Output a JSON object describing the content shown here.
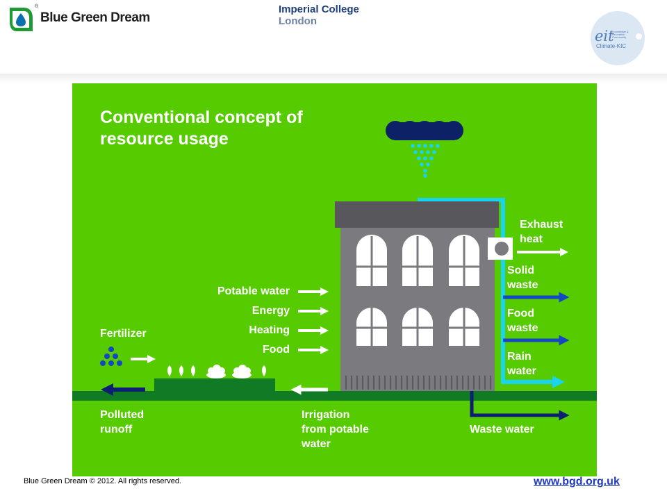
{
  "header": {
    "brand_name": "Blue Green Dream",
    "partner_line1": "Imperial College",
    "partner_line2": "London",
    "eit_logo_text": "eit",
    "eit_tiny_text": "Knowledge & Innovation Community",
    "eit_subtitle": "Climate-KIC"
  },
  "diagram": {
    "title": "Conventional concept of resource usage",
    "inputs": [
      "Potable water",
      "Energy",
      "Heating",
      "Food"
    ],
    "outputs": [
      "Exhaust heat",
      "Solid waste",
      "Food waste",
      "Rain water",
      "Waste water"
    ],
    "outputs_lines": [
      [
        "Exhaust",
        "heat"
      ],
      [
        "Solid",
        "waste"
      ],
      [
        "Food",
        "waste"
      ],
      [
        "Rain",
        "water"
      ]
    ],
    "fertilizer": "Fertilizer",
    "polluted_runoff": [
      "Polluted",
      "runoff"
    ],
    "irrigation": [
      "Irrigation",
      "from potable",
      "water"
    ],
    "colors": {
      "background": "#56cc00",
      "ground": "#107a25",
      "building": "#7b7b7f",
      "roof": "#57575c",
      "rain_water_pipe": "#1ad4ee",
      "waste_arrow": "#1547c4",
      "dark_navy": "#0d1f73",
      "cloud": "#0d2266"
    }
  },
  "footer": {
    "copyright": "Blue Green Dream © 2012. All rights reserved.",
    "website": "www.bgd.org.uk"
  }
}
